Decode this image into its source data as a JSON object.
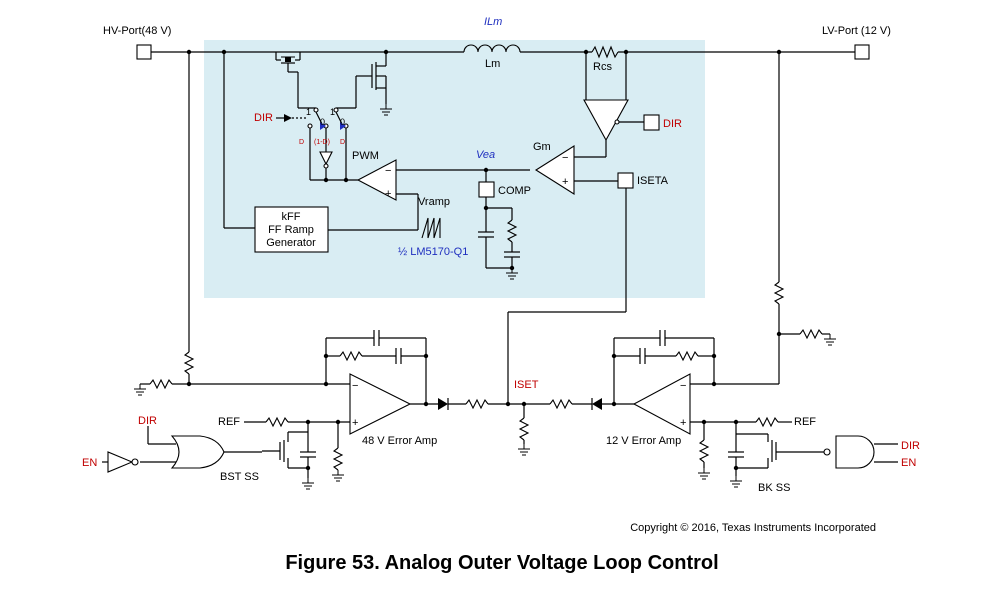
{
  "ports": {
    "hv": "HV-Port(48 V)",
    "lv": "LV-Port (12 V)"
  },
  "labels": {
    "ilm": "ILm",
    "lm": "Lm",
    "rcs": "Rcs",
    "dir": "DIR",
    "gm": "Gm",
    "vea": "Vea",
    "pwm": "PWM",
    "comp": "COMP",
    "iseta": "ISETA",
    "vramp": "Vramp",
    "chip": "½ LM5170-Q1",
    "kff_line1": "kFF",
    "kff_line2": "FF Ramp",
    "kff_line3": "Generator",
    "sw_1a": "1",
    "sw_0a": "0",
    "sw_1b": "1",
    "sw_0b": "0",
    "sw_d1": "D",
    "sw_1md": "(1-D)",
    "sw_d2": "D",
    "iset": "ISET",
    "ref": "REF",
    "amp48": "48 V Error Amp",
    "amp12": "12 V Error Amp",
    "bst_ss": "BST SS",
    "bk_ss": "BK SS",
    "en": "EN",
    "minus": "−",
    "plus": "+"
  },
  "copyright": "Copyright © 2016, Texas Instruments Incorporated",
  "caption": "Figure 53.  Analog Outer Voltage Loop Control",
  "colors": {
    "panel": "#d9edf3",
    "signal_red": "#c00000",
    "signal_blue": "#1f2fbf"
  }
}
